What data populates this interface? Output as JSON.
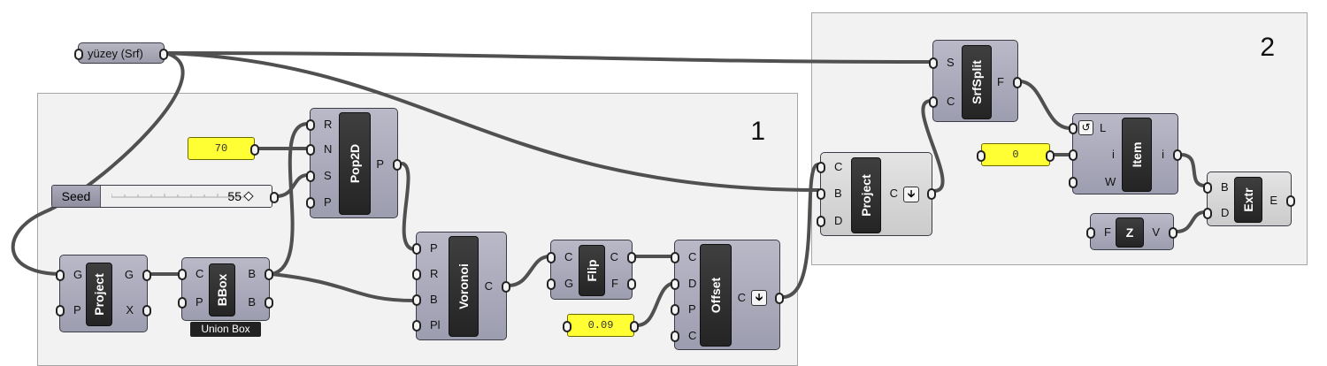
{
  "groups": [
    {
      "number": "1"
    },
    {
      "number": "2"
    }
  ],
  "params": {
    "surface": {
      "label": "yüzey (Srf)"
    },
    "seed_slider": {
      "label": "Seed",
      "value": "55"
    }
  },
  "panels": {
    "count": "70",
    "offset_distance": "0.09",
    "item_index": "0"
  },
  "components": {
    "project_left": {
      "name": "Project",
      "inputs": [
        "G",
        "P"
      ],
      "outputs": [
        "G",
        "X"
      ]
    },
    "bbox": {
      "name": "BBox",
      "inputs": [
        "C",
        "P"
      ],
      "outputs": [
        "B",
        "B"
      ],
      "caption": "Union Box"
    },
    "pop2d": {
      "name": "Pop2D",
      "inputs": [
        "R",
        "N",
        "S",
        "P"
      ],
      "outputs": [
        "P"
      ]
    },
    "voronoi": {
      "name": "Voronoi",
      "inputs": [
        "P",
        "R",
        "B",
        "Pl"
      ],
      "outputs": [
        "C"
      ]
    },
    "flip": {
      "name": "Flip",
      "inputs": [
        "C",
        "G"
      ],
      "outputs": [
        "C",
        "F"
      ]
    },
    "offset": {
      "name": "Offset",
      "inputs": [
        "C",
        "D",
        "P",
        "C"
      ],
      "outputs": [
        "C"
      ]
    },
    "project_mid": {
      "name": "Project",
      "inputs": [
        "C",
        "B",
        "D"
      ],
      "outputs": [
        "C"
      ]
    },
    "srfsplit": {
      "name": "SrfSplit",
      "inputs": [
        "S",
        "C"
      ],
      "outputs": [
        "F"
      ]
    },
    "item": {
      "name": "Item",
      "inputs": [
        "L",
        "i",
        "W"
      ],
      "outputs": [
        "i"
      ]
    },
    "extr": {
      "name": "Extr",
      "inputs": [
        "B",
        "D"
      ],
      "outputs": [
        "E"
      ]
    },
    "unitz": {
      "name": "Z",
      "inputs": [
        "F"
      ],
      "outputs": [
        "V"
      ]
    }
  },
  "icons": {
    "expand": "down-arrow-icon",
    "reverse": "reverse-icon"
  }
}
